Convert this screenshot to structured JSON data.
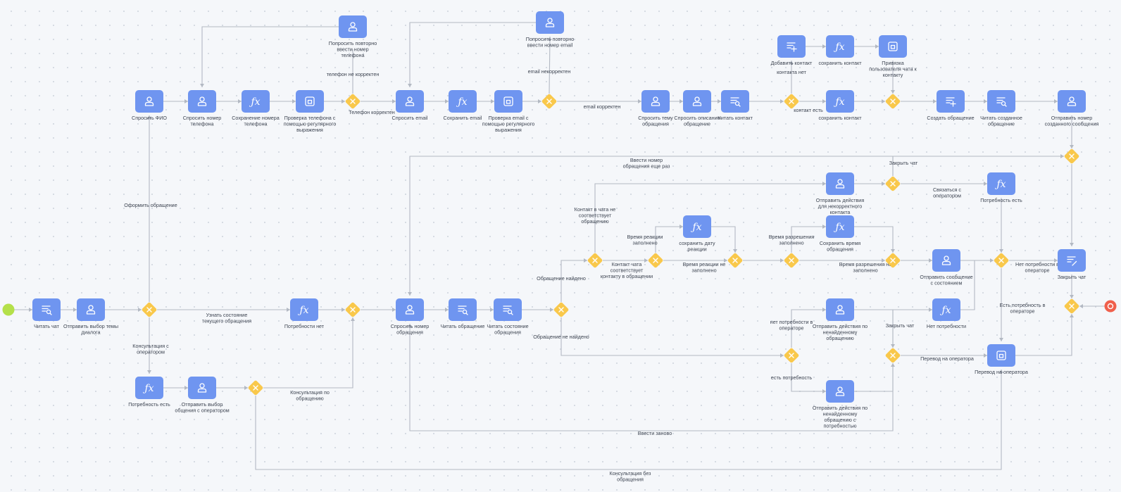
{
  "colors": {
    "task": "#6f95f0",
    "gateway": "#f9c84b",
    "start": "#b4e04a",
    "end": "#f0604c",
    "edge": "#b3b9c3"
  },
  "nodes": [
    {
      "id": "start",
      "type": "start"
    },
    {
      "id": "t_read_chat",
      "type": "task",
      "icon": "read-icon",
      "label": [
        "Читать чат"
      ]
    },
    {
      "id": "t_send_topic",
      "type": "task",
      "icon": "user-icon",
      "label": [
        "Отправить выбор темы",
        "диалога"
      ]
    },
    {
      "id": "g1",
      "type": "gateway"
    },
    {
      "id": "t_ask_fio",
      "type": "task",
      "icon": "user-icon",
      "label": [
        "Спросить ФИО"
      ]
    },
    {
      "id": "t_ask_phone",
      "type": "task",
      "icon": "user-icon",
      "label": [
        "Спросить номер",
        "телефона"
      ]
    },
    {
      "id": "t_save_phone",
      "type": "task",
      "icon": "fx-icon",
      "label": [
        "Сохранение номера",
        "телефона"
      ]
    },
    {
      "id": "t_check_phone",
      "type": "task",
      "icon": "script-icon",
      "label": [
        "Проверка телефона с",
        "помощью регулярного",
        "выражения"
      ]
    },
    {
      "id": "g_phone",
      "type": "gateway"
    },
    {
      "id": "t_reask_phone",
      "type": "task",
      "icon": "user-icon",
      "label": [
        "Попросить повторно",
        "ввести номер",
        "телефона"
      ]
    },
    {
      "id": "t_ask_email",
      "type": "task",
      "icon": "user-icon",
      "label": [
        "Спросить email"
      ]
    },
    {
      "id": "t_save_email",
      "type": "task",
      "icon": "fx-icon",
      "label": [
        "Сохранить email"
      ]
    },
    {
      "id": "t_check_email",
      "type": "task",
      "icon": "script-icon",
      "label": [
        "Проверка email с",
        "помощью регулярного",
        "выражения"
      ]
    },
    {
      "id": "g_email",
      "type": "gateway"
    },
    {
      "id": "t_reask_email",
      "type": "task",
      "icon": "user-icon",
      "label": [
        "Попросить повторно",
        "ввести номер email"
      ]
    },
    {
      "id": "t_ask_theme",
      "type": "task",
      "icon": "user-icon",
      "label": [
        "Спросить тему",
        "обращения"
      ]
    },
    {
      "id": "t_ask_desc",
      "type": "task",
      "icon": "user-icon",
      "label": [
        "Спросить описание",
        "обращение"
      ]
    },
    {
      "id": "t_read_contact",
      "type": "task",
      "icon": "read-icon",
      "label": [
        "Читать контакт"
      ]
    },
    {
      "id": "g_contact",
      "type": "gateway"
    },
    {
      "id": "t_add_contact",
      "type": "task",
      "icon": "add-icon",
      "label": [
        "Добавить контакт"
      ]
    },
    {
      "id": "t_save_contact_top",
      "type": "task",
      "icon": "fx-icon",
      "label": [
        "сохранить контакт"
      ]
    },
    {
      "id": "t_bind_user",
      "type": "task",
      "icon": "script-icon",
      "label": [
        "Привязка",
        "пользователя чата к",
        "контакту"
      ]
    },
    {
      "id": "t_save_contact",
      "type": "task",
      "icon": "fx-icon",
      "label": [
        "сохранить контакт"
      ]
    },
    {
      "id": "g_merge1",
      "type": "gateway"
    },
    {
      "id": "t_create_req",
      "type": "task",
      "icon": "add-icon",
      "label": [
        "Создать обращение"
      ]
    },
    {
      "id": "t_read_created",
      "type": "task",
      "icon": "read-icon",
      "label": [
        "Читать созданное",
        "обращение"
      ]
    },
    {
      "id": "t_send_number",
      "type": "task",
      "icon": "user-icon",
      "label": [
        "Отправить номер",
        "созданного сообщения"
      ]
    },
    {
      "id": "g_right_top",
      "type": "gateway"
    },
    {
      "id": "t_close_chat",
      "type": "task",
      "icon": "edit-icon",
      "label": [
        "Закрыть чат"
      ]
    },
    {
      "id": "g_end",
      "type": "gateway"
    },
    {
      "id": "end",
      "type": "end"
    },
    {
      "id": "t_need_no",
      "type": "task",
      "icon": "fx-icon",
      "label": [
        "Потребности нет"
      ]
    },
    {
      "id": "g_mid",
      "type": "gateway"
    },
    {
      "id": "t_need_yes",
      "type": "task",
      "icon": "fx-icon",
      "label": [
        "Потребность есть"
      ]
    },
    {
      "id": "t_send_op",
      "type": "task",
      "icon": "user-icon",
      "label": [
        "Отправить выбор",
        "общения с оператором"
      ]
    },
    {
      "id": "g_consult",
      "type": "gateway"
    },
    {
      "id": "t_ask_req_num",
      "type": "task",
      "icon": "user-icon",
      "label": [
        "Спросить номер",
        "обращения"
      ]
    },
    {
      "id": "t_read_req",
      "type": "task",
      "icon": "read-icon",
      "label": [
        "Читать обращение"
      ]
    },
    {
      "id": "t_read_state",
      "type": "task",
      "icon": "read-icon",
      "label": [
        "Читать состояние",
        "обращения"
      ]
    },
    {
      "id": "g_found",
      "type": "gateway"
    },
    {
      "id": "g_contact_match",
      "type": "gateway"
    },
    {
      "id": "g_react",
      "type": "gateway"
    },
    {
      "id": "t_save_react",
      "type": "task",
      "icon": "fx-icon",
      "label": [
        "сохранить дату",
        "реакции"
      ]
    },
    {
      "id": "g_react_merge",
      "type": "gateway"
    },
    {
      "id": "g_resolve",
      "type": "gateway"
    },
    {
      "id": "t_save_resolve",
      "type": "task",
      "icon": "fx-icon",
      "label": [
        "Сохранить время",
        "обращения"
      ]
    },
    {
      "id": "g_resolve_merge",
      "type": "gateway"
    },
    {
      "id": "t_send_state",
      "type": "task",
      "icon": "user-icon",
      "label": [
        "Отправить сообщение",
        "с состоянием"
      ]
    },
    {
      "id": "g_op_need",
      "type": "gateway"
    },
    {
      "id": "t_send_wrong",
      "type": "task",
      "icon": "user-icon",
      "label": [
        "Отправить действия",
        "для некорректного",
        "контакта"
      ]
    },
    {
      "id": "g_wrong",
      "type": "gateway"
    },
    {
      "id": "t_need_yes2",
      "type": "task",
      "icon": "fx-icon",
      "label": [
        "Потребность есть"
      ]
    },
    {
      "id": "g_notfound",
      "type": "gateway"
    },
    {
      "id": "t_send_nf",
      "type": "task",
      "icon": "user-icon",
      "label": [
        "Отправить действия по",
        "ненайденному",
        "обращению"
      ]
    },
    {
      "id": "t_send_nf2",
      "type": "task",
      "icon": "user-icon",
      "label": [
        "Отправить действия по",
        "ненайденному",
        "обращению с",
        "потребностью"
      ]
    },
    {
      "id": "g_nf_merge",
      "type": "gateway"
    },
    {
      "id": "t_need_no2",
      "type": "task",
      "icon": "fx-icon",
      "label": [
        "Нет потребности"
      ]
    },
    {
      "id": "t_transfer",
      "type": "task",
      "icon": "script-icon",
      "label": [
        "Перевод на оператора"
      ]
    }
  ],
  "edge_labels": {
    "phone_wrong": [
      "телефон не корректен"
    ],
    "phone_ok": [
      "Телефон корректен"
    ],
    "email_wrong": [
      "email некорректен"
    ],
    "email_ok": [
      "email корректен"
    ],
    "contact_no": [
      "контакта нет"
    ],
    "contact_yes": [
      "контакт есть"
    ],
    "make_req": [
      "Оформить обращение"
    ],
    "know_state": [
      "Узнать состояние",
      "текущего обращения"
    ],
    "consult_op": [
      "Консультация с",
      "оператором"
    ],
    "consult_req": [
      "Консультация по",
      "обращению"
    ],
    "found": [
      "Обращение найдено"
    ],
    "not_found": [
      "Обращение не найдено"
    ],
    "mismatch": [
      "Контакт в чата не",
      "соответствует",
      "обращению"
    ],
    "match": [
      "Контакт чата",
      "соответствует",
      "контакту в обращении"
    ],
    "react_filled": [
      "Время реакции",
      "заполнено"
    ],
    "react_empty": [
      "Время реакции не",
      "заполнено"
    ],
    "resolve_filled": [
      "Время разрешения",
      "заполнено"
    ],
    "resolve_empty": [
      "Время разрешения не",
      "заполнено"
    ],
    "reenter": [
      "Ввести номер",
      "обращения еще раз"
    ],
    "close_chat1": [
      "Закрыть чат"
    ],
    "contact_op": [
      "Связаться с",
      "оператором"
    ],
    "no_op_need": [
      "Нет потребности в",
      "операторе"
    ],
    "op_need": [
      "Есть потребность в",
      "операторе"
    ],
    "no_need_op": [
      "нет потребности в",
      "операторе"
    ],
    "has_need": [
      "есть потребность"
    ],
    "close_chat2": [
      "Закрыть чат"
    ],
    "transfer": [
      "Перевод на оператора"
    ],
    "again": [
      "Ввести заново"
    ],
    "consult_no_req": [
      "Консультация без",
      "обращения"
    ]
  }
}
